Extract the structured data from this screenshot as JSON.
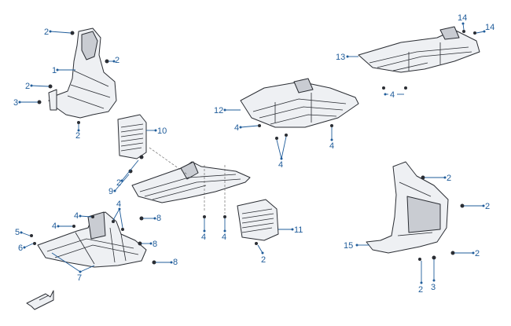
{
  "colors": {
    "callout": "#1f5c9a",
    "line": "#2a2d33",
    "fill": "#eef0f3"
  },
  "callouts": [
    {
      "id": "c1",
      "text": "2"
    },
    {
      "id": "c2",
      "text": "2"
    },
    {
      "id": "c3",
      "text": "1"
    },
    {
      "id": "c4",
      "text": "2"
    },
    {
      "id": "c5",
      "text": "3"
    },
    {
      "id": "c6",
      "text": "2"
    },
    {
      "id": "c7",
      "text": "10"
    },
    {
      "id": "c8",
      "text": "2"
    },
    {
      "id": "c9",
      "text": "9"
    },
    {
      "id": "c10",
      "text": "4"
    },
    {
      "id": "c11",
      "text": "4"
    },
    {
      "id": "c12",
      "text": "8"
    },
    {
      "id": "c13",
      "text": "5"
    },
    {
      "id": "c14",
      "text": "6"
    },
    {
      "id": "c15",
      "text": "4"
    },
    {
      "id": "c16",
      "text": "8"
    },
    {
      "id": "c17",
      "text": "7"
    },
    {
      "id": "c18",
      "text": "8"
    },
    {
      "id": "c19",
      "text": "4"
    },
    {
      "id": "c20",
      "text": "4"
    },
    {
      "id": "c21",
      "text": "11"
    },
    {
      "id": "c22",
      "text": "2"
    },
    {
      "id": "c23",
      "text": "12"
    },
    {
      "id": "c24",
      "text": "4"
    },
    {
      "id": "c25",
      "text": "4"
    },
    {
      "id": "c26",
      "text": "4"
    },
    {
      "id": "c27",
      "text": "13"
    },
    {
      "id": "c28",
      "text": "4"
    },
    {
      "id": "c29",
      "text": "14"
    },
    {
      "id": "c30",
      "text": "14"
    },
    {
      "id": "c31",
      "text": "2"
    },
    {
      "id": "c32",
      "text": "2"
    },
    {
      "id": "c33",
      "text": "15"
    },
    {
      "id": "c34",
      "text": "2"
    },
    {
      "id": "c35",
      "text": "2"
    },
    {
      "id": "c36",
      "text": "3"
    }
  ]
}
